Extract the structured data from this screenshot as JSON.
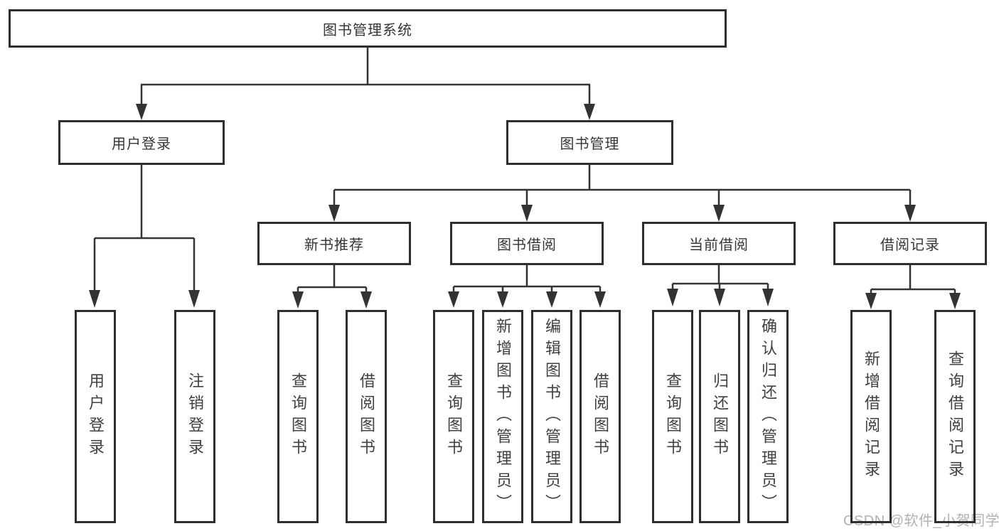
{
  "diagram": {
    "title": "图书管理系统",
    "user_login": {
      "label": "用户登录",
      "children": {
        "login": "用户登录",
        "logout": "注销登录"
      }
    },
    "book_management": {
      "label": "图书管理",
      "new_book_recommend": {
        "label": "新书推荐",
        "children": {
          "query_book": "查询图书",
          "borrow_book": "借阅图书"
        }
      },
      "book_borrow": {
        "label": "图书借阅",
        "children": {
          "query_book": "查询图书",
          "add_book": "新增图书（管理员）",
          "edit_book": "编辑图书（管理员）",
          "borrow_book": "借阅图书"
        }
      },
      "current_borrow": {
        "label": "当前借阅",
        "children": {
          "query_book": "查询图书",
          "return_book": "归还图书",
          "confirm_return": "确认归还（管理员）"
        }
      },
      "borrow_records": {
        "label": "借阅记录",
        "children": {
          "add_record": "新增借阅记录",
          "query_record": "查询借阅记录"
        }
      }
    }
  },
  "watermark": {
    "text": "CSDN @软件_小贺同学",
    "color": "#b2b2b2"
  },
  "colors": {
    "line": "#333333",
    "box_border": "#2e2e2e",
    "text": "#363636",
    "background": "#ffffff"
  }
}
